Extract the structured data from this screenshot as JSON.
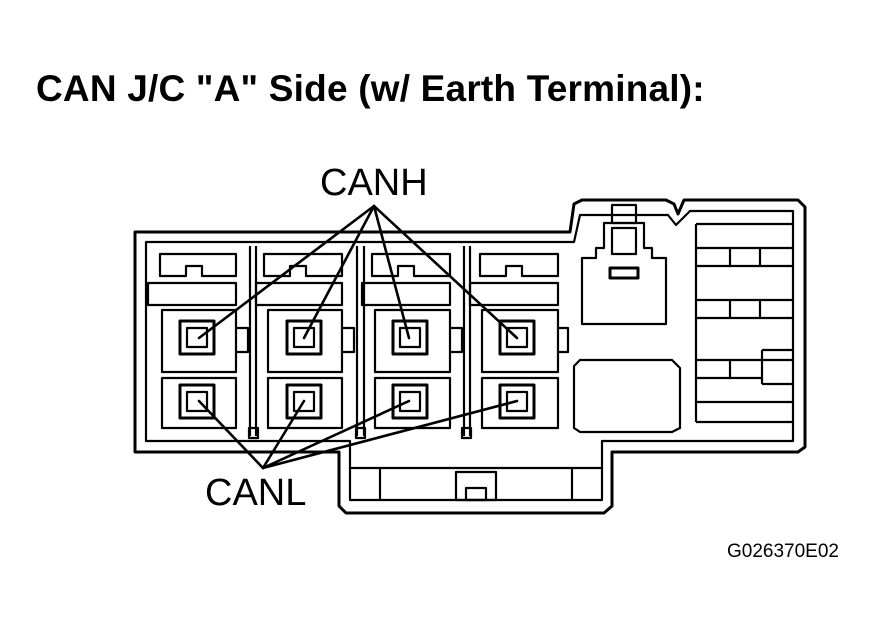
{
  "title": "CAN J/C \"A\" Side (w/ Earth Terminal):",
  "labels": {
    "canh": "CANH",
    "canl": "CANL"
  },
  "figure_code": "G026370E02"
}
